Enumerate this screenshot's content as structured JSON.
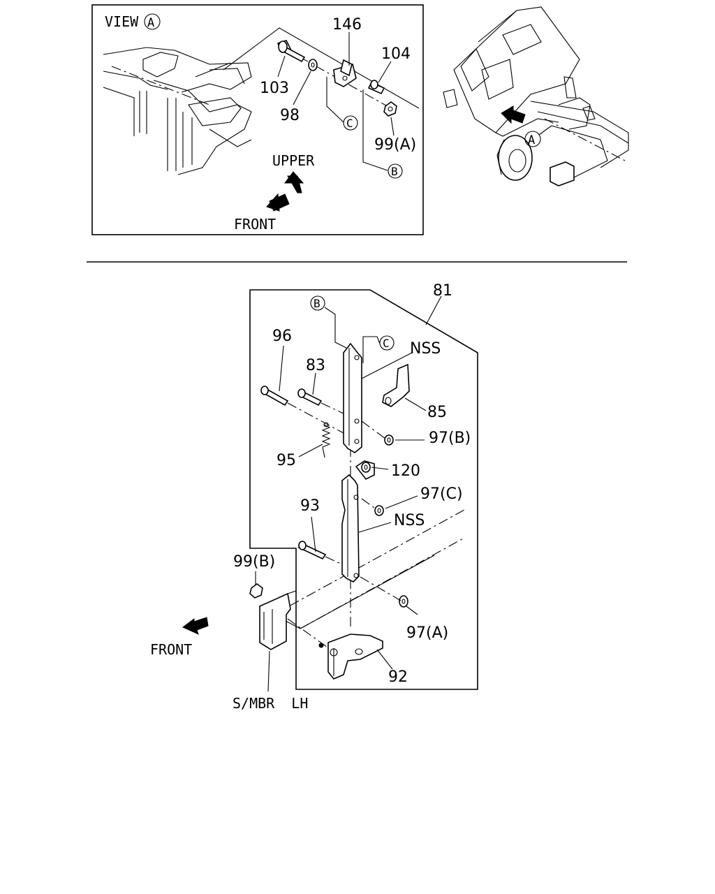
{
  "inset": {
    "view_label": "VIEW",
    "view_marker": "A",
    "callouts": {
      "p146": "146",
      "p104": "104",
      "p103": "103",
      "p98": "98",
      "p99a": "99(A)",
      "ref_c": "C",
      "ref_b": "B"
    },
    "direction_upper": "UPPER",
    "direction_front": "FRONT"
  },
  "truck": {
    "view_marker": "A"
  },
  "main": {
    "callouts": {
      "p81": "81",
      "ref_b": "B",
      "ref_c": "C",
      "nss_top": "NSS",
      "p96": "96",
      "p83": "83",
      "p85": "85",
      "p97b": "97(B)",
      "p95": "95",
      "p120": "120",
      "p97c": "97(C)",
      "p93": "93",
      "nss_mid": "NSS",
      "p99b": "99(B)",
      "p97a": "97(A)",
      "p92": "92"
    },
    "front_label": "FRONT",
    "member_label": "S/MBR  LH"
  }
}
